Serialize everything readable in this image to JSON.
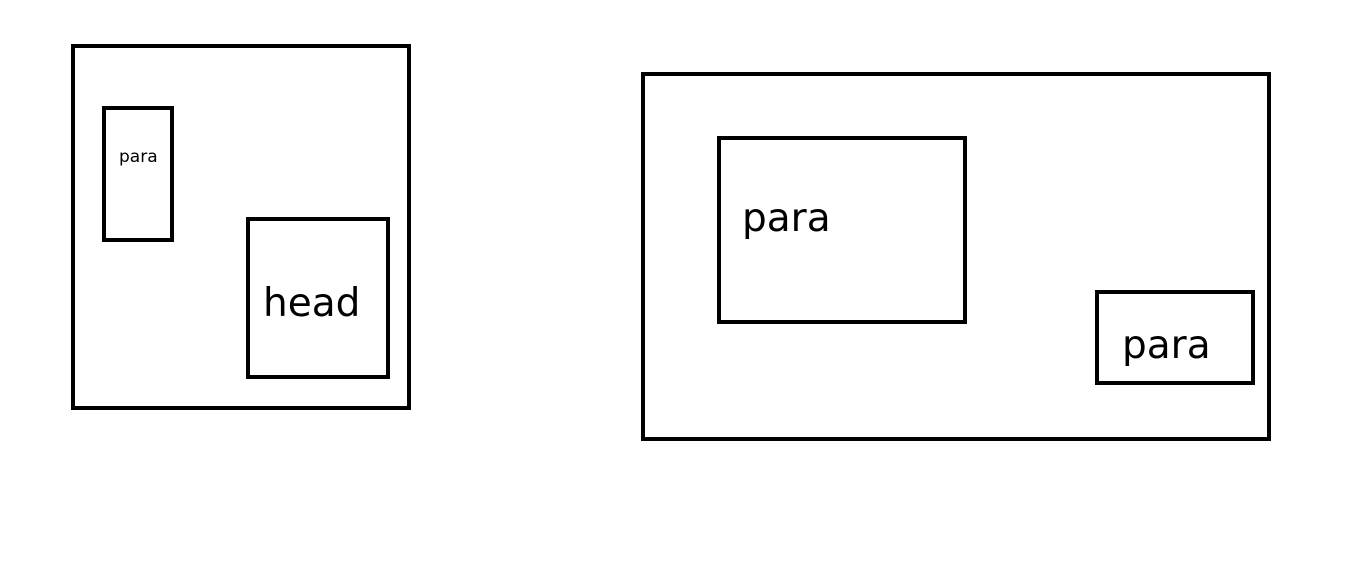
{
  "left_diagram": {
    "para_label": "para",
    "head_label": "head"
  },
  "right_diagram": {
    "para_large_label": "para",
    "para_small_label": "para"
  },
  "colors": {
    "stroke": "#000000",
    "background": "#ffffff"
  }
}
